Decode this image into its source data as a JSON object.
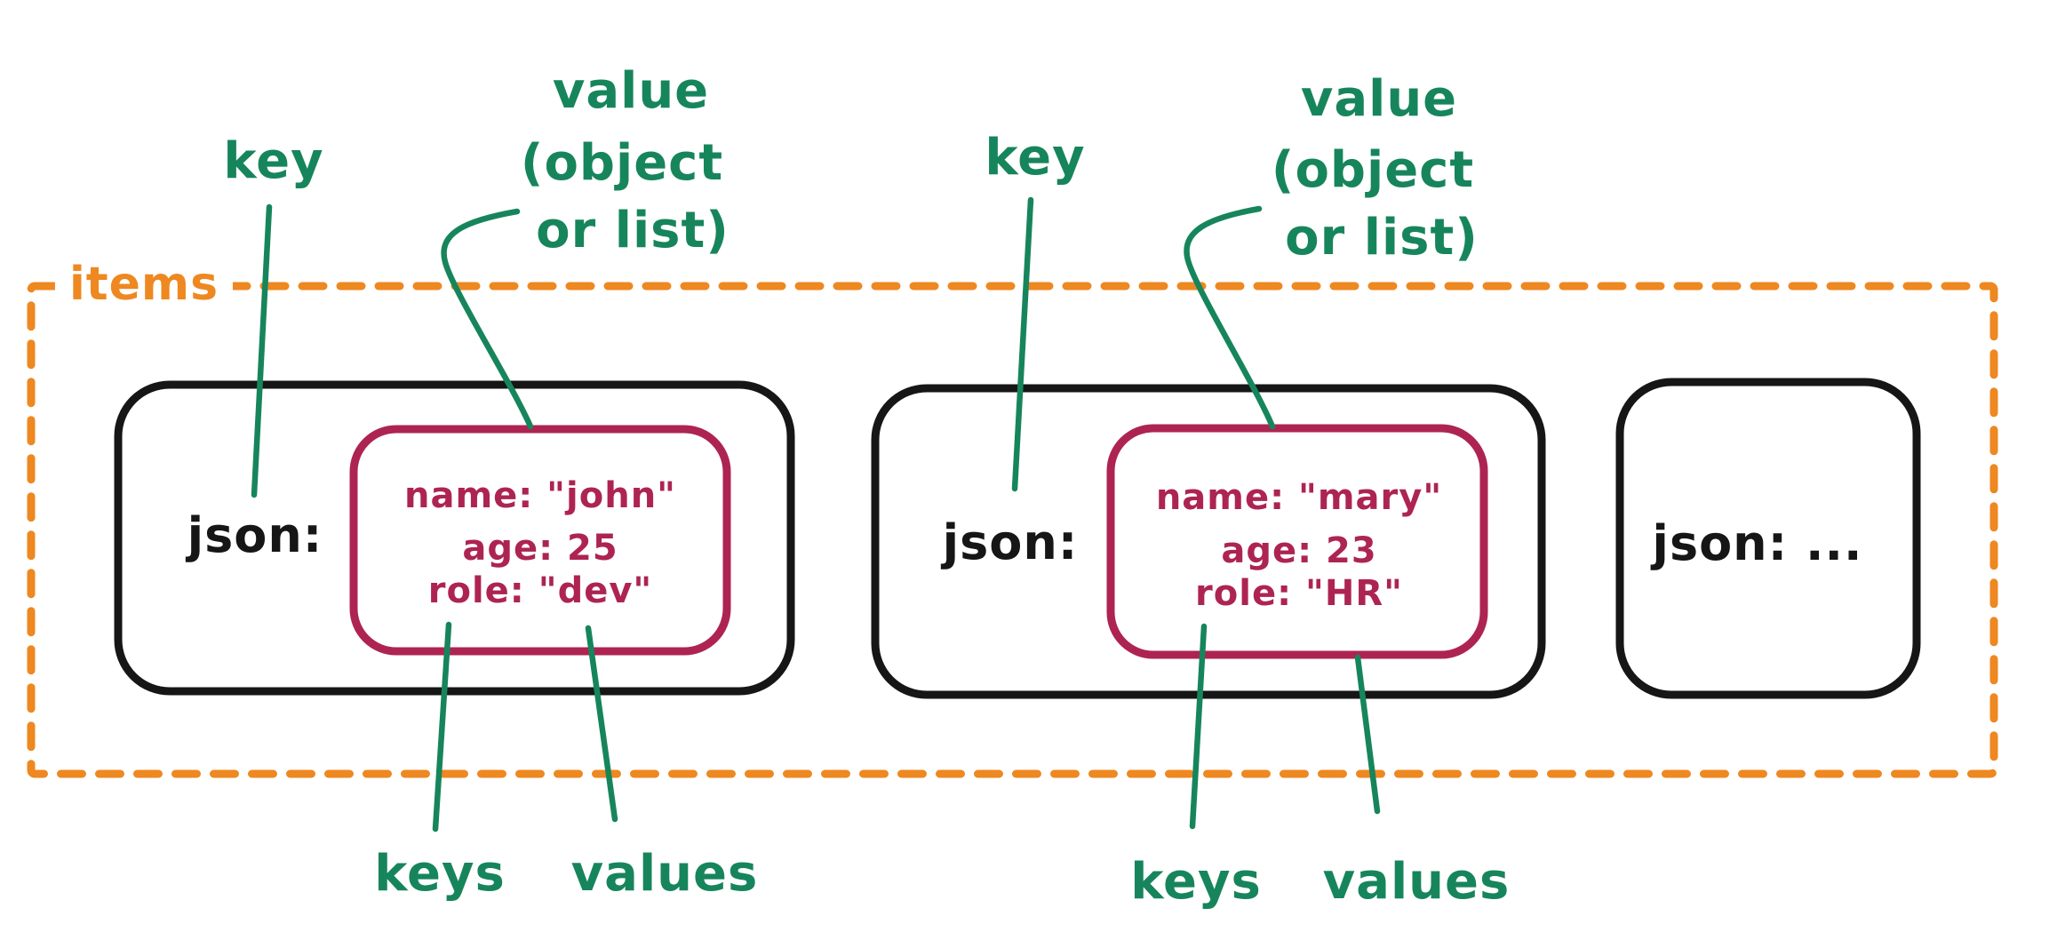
{
  "diagram_title": "JSON items structure (hand-drawn diagram)",
  "colors": {
    "annotation_green": "#17855c",
    "container_orange": "#ee8821",
    "object_crimson": "#ad2452",
    "record_black": "#161616",
    "background": "#ffffff"
  },
  "container": {
    "label": "items"
  },
  "annotations": {
    "group1": {
      "key": "key",
      "value_lines": [
        "value",
        "(object",
        "or list)"
      ],
      "keys": "keys",
      "values": "values"
    },
    "group2": {
      "key": "key",
      "value_lines": [
        "value",
        "(object",
        "or list)"
      ],
      "keys": "keys",
      "values": "values"
    }
  },
  "records": [
    {
      "label": "json:",
      "fields": [
        "name: \"john\"",
        "age: 25",
        "role: \"dev\""
      ]
    },
    {
      "label": "json:",
      "fields": [
        "name: \"mary\"",
        "age: 23",
        "role: \"HR\""
      ]
    },
    {
      "label": "json:  ..."
    }
  ]
}
